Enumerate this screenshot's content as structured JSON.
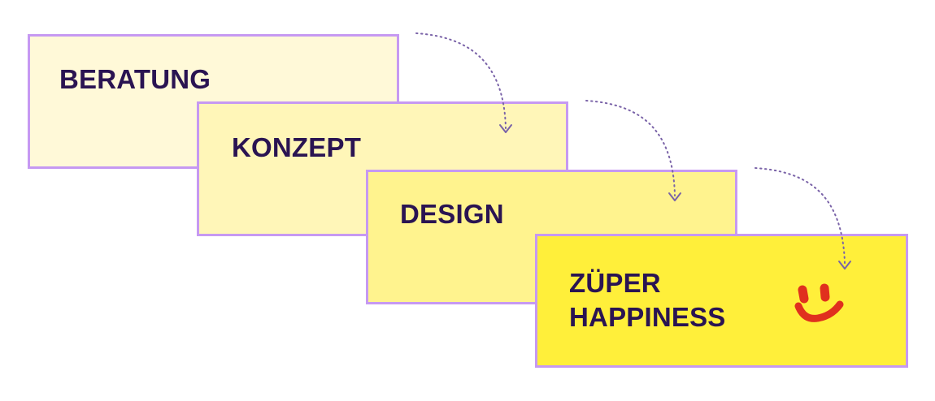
{
  "steps": [
    {
      "label": "BERATUNG",
      "fill": "#fff9d8"
    },
    {
      "label": "KONZEPT",
      "fill": "#fff6b8"
    },
    {
      "label": "DESIGN",
      "fill": "#fff38e"
    },
    {
      "label": "ZÜPER\nHAPPINESS",
      "fill": "#ffef3a"
    }
  ],
  "colors": {
    "border": "#c699f2",
    "text": "#2a1452",
    "arrow": "#7a63a8",
    "smiley": "#e0301e"
  },
  "icons": {
    "connector": "dotted-curved-arrow-icon",
    "final": "smiley-face-icon"
  }
}
